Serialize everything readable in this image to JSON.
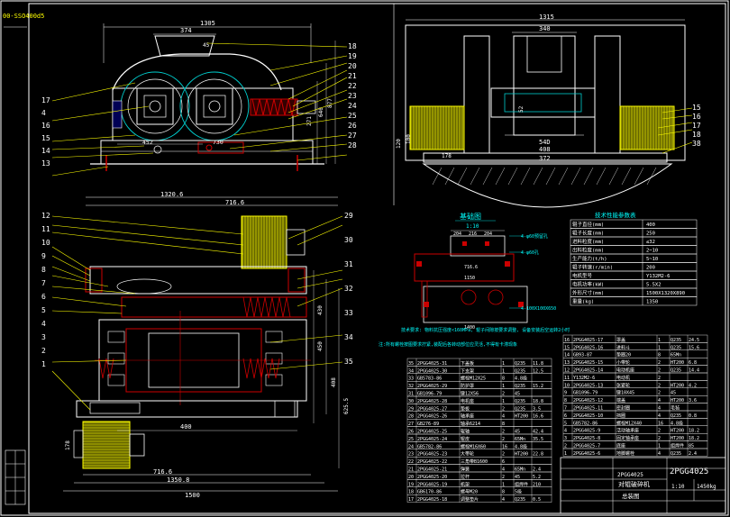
{
  "frame": {
    "corner_tag": "00-SSO400d5"
  },
  "front_view": {
    "dims": {
      "top_width": "1305",
      "feed": "374",
      "gap": "45",
      "bottom1": "452",
      "bottom2": "730",
      "right1": "271",
      "right2": "640",
      "right3": "877"
    },
    "balloons_left": [
      "17",
      "4",
      "16",
      "15",
      "14",
      "13"
    ],
    "balloons_right": [
      "18",
      "19",
      "20",
      "21",
      "22",
      "23",
      "24",
      "25",
      "26",
      "27",
      "28"
    ]
  },
  "side_view": {
    "dims": {
      "top": "1315",
      "inner": "340",
      "d1": "54D",
      "d2": "408",
      "d3": "372",
      "d4": "52",
      "d5": "100",
      "d6": "120",
      "d7": "178"
    },
    "balloons_right": [
      "15",
      "16",
      "17",
      "18",
      "38"
    ]
  },
  "plan_view": {
    "dims": {
      "top1": "1320.6",
      "top2": "716.6",
      "w1": "400",
      "bottom1": "716.6",
      "bottom2": "1350.8",
      "bottom3": "1500",
      "h1": "625.5",
      "h2": "408",
      "h3": "430",
      "h4": "450",
      "left": "178"
    },
    "balloons_left": [
      "12",
      "11",
      "10",
      "9",
      "8",
      "7",
      "6",
      "5",
      "4",
      "3",
      "2",
      "1"
    ],
    "balloons_right": [
      "29",
      "30",
      "31",
      "32",
      "33",
      "34",
      "35"
    ]
  },
  "foundation": {
    "title": "基础图",
    "scale": "1:10",
    "dims": [
      "204",
      "216",
      "204",
      "716.6",
      "1150",
      "1400"
    ],
    "notes": [
      "4-φ60预留孔",
      "4-φ60孔",
      "4-100X100X650"
    ]
  },
  "spec_table": {
    "title": "技术性能参数表",
    "rows": [
      [
        "辊子直径(mm)",
        "400"
      ],
      [
        "辊子长度(mm)",
        "250"
      ],
      [
        "进料粒度(mm)",
        "≤32"
      ],
      [
        "出料粒度(mm)",
        "2~10"
      ],
      [
        "生产能力(t/h)",
        "5~10"
      ],
      [
        "辊子转速(r/min)",
        "200"
      ],
      [
        "电机型号",
        "Y132M2-6"
      ],
      [
        "电机功率(kW)",
        "5.5X2"
      ],
      [
        "外形尺寸(mm)",
        "1500X1320X890"
      ],
      [
        "重量(kg)",
        "1350"
      ]
    ]
  },
  "notes_line": "技术要求: 物料抗压强度<160MPa, 辊子间隙按要求调整, 设备安装后空运转2小时",
  "red_note": "注:所有螺栓按图要求拧紧,装配后各转动部位应灵活,不得有卡滞现象",
  "bom_left": [
    [
      "35",
      "2PGG4025-31",
      "下盖板",
      "1",
      "Q235",
      "11.8"
    ],
    [
      "34",
      "2PGG4025-30",
      "下支架",
      "1",
      "Q235",
      "12.5"
    ],
    [
      "33",
      "GB5783-86",
      "螺栓M12X25",
      "8",
      "4.8级",
      ""
    ],
    [
      "32",
      "2PGG4025-29",
      "防护罩",
      "1",
      "Q235",
      "15.2"
    ],
    [
      "31",
      "GB1096-79",
      "键12X56",
      "2",
      "45",
      ""
    ],
    [
      "30",
      "2PGG4025-28",
      "电机座",
      "1",
      "Q235",
      "18.8"
    ],
    [
      "29",
      "2PGG4025-27",
      "垫板",
      "2",
      "Q235",
      "3.5"
    ],
    [
      "28",
      "2PGG4025-26",
      "轴承座",
      "4",
      "HT200",
      "16.6"
    ],
    [
      "27",
      "GB276-89",
      "轴承6214",
      "8",
      "",
      ""
    ],
    [
      "26",
      "2PGG4025-25",
      "辊轴",
      "2",
      "45",
      "42.4"
    ],
    [
      "25",
      "2PGG4025-24",
      "辊皮",
      "2",
      "65Mn",
      "35.5"
    ],
    [
      "24",
      "GB5782-86",
      "螺栓M16X60",
      "16",
      "4.8级",
      ""
    ],
    [
      "23",
      "2PGG4025-23",
      "大带轮",
      "2",
      "HT200",
      "22.8"
    ],
    [
      "22",
      "2PGG4025-22",
      "三角带B1600",
      "6",
      "",
      ""
    ],
    [
      "21",
      "2PGG4025-21",
      "弹簧",
      "4",
      "65Mn",
      "2.4"
    ],
    [
      "20",
      "2PGG4025-20",
      "拉杆",
      "2",
      "45",
      "5.2"
    ],
    [
      "19",
      "2PGG4025-19",
      "机架",
      "1",
      "组焊件",
      "210"
    ],
    [
      "18",
      "GB6170-86",
      "螺母M20",
      "8",
      "5级",
      ""
    ],
    [
      "17",
      "2PGG4025-18",
      "调整垫片",
      "4",
      "Q235",
      "0.5"
    ]
  ],
  "bom_right": [
    [
      "16",
      "2PGG4025-17",
      "罩盖",
      "1",
      "Q235",
      "24.5"
    ],
    [
      "15",
      "2PGG4025-16",
      "进料斗",
      "1",
      "Q235",
      "15.6"
    ],
    [
      "14",
      "GB93-87",
      "垫圈20",
      "8",
      "65Mn",
      ""
    ],
    [
      "13",
      "2PGG4025-15",
      "小带轮",
      "2",
      "HT200",
      "6.8"
    ],
    [
      "12",
      "2PGG4025-14",
      "电动机座",
      "2",
      "Q235",
      "14.4"
    ],
    [
      "11",
      "Y132M2-6",
      "电动机",
      "2",
      "",
      ""
    ],
    [
      "10",
      "2PGG4025-13",
      "张紧轮",
      "2",
      "HT200",
      "4.2"
    ],
    [
      "9",
      "GB1096-79",
      "键10X45",
      "2",
      "45",
      ""
    ],
    [
      "8",
      "2PGG4025-12",
      "端盖",
      "4",
      "HT200",
      "3.6"
    ],
    [
      "7",
      "2PGG4025-11",
      "密封圈",
      "4",
      "毛毡",
      ""
    ],
    [
      "6",
      "2PGG4025-10",
      "挡圈",
      "4",
      "Q235",
      "0.8"
    ],
    [
      "5",
      "GB5782-86",
      "螺栓M12X40",
      "16",
      "4.8级",
      ""
    ],
    [
      "4",
      "2PGG4025-9",
      "活动轴承座",
      "2",
      "HT200",
      "18.2"
    ],
    [
      "3",
      "2PGG4025-8",
      "固定轴承座",
      "2",
      "HT200",
      "18.2"
    ],
    [
      "2",
      "2PGG4025-7",
      "底座",
      "1",
      "组焊件",
      "85"
    ],
    [
      "1",
      "2PGG4025-6",
      "地脚螺栓",
      "4",
      "Q235",
      "2.4"
    ]
  ],
  "title_block": {
    "code": "2PGG4025",
    "name": "对辊破碎机",
    "drawing": "总装图",
    "scale": "1:10",
    "sheet": "1450kg"
  }
}
